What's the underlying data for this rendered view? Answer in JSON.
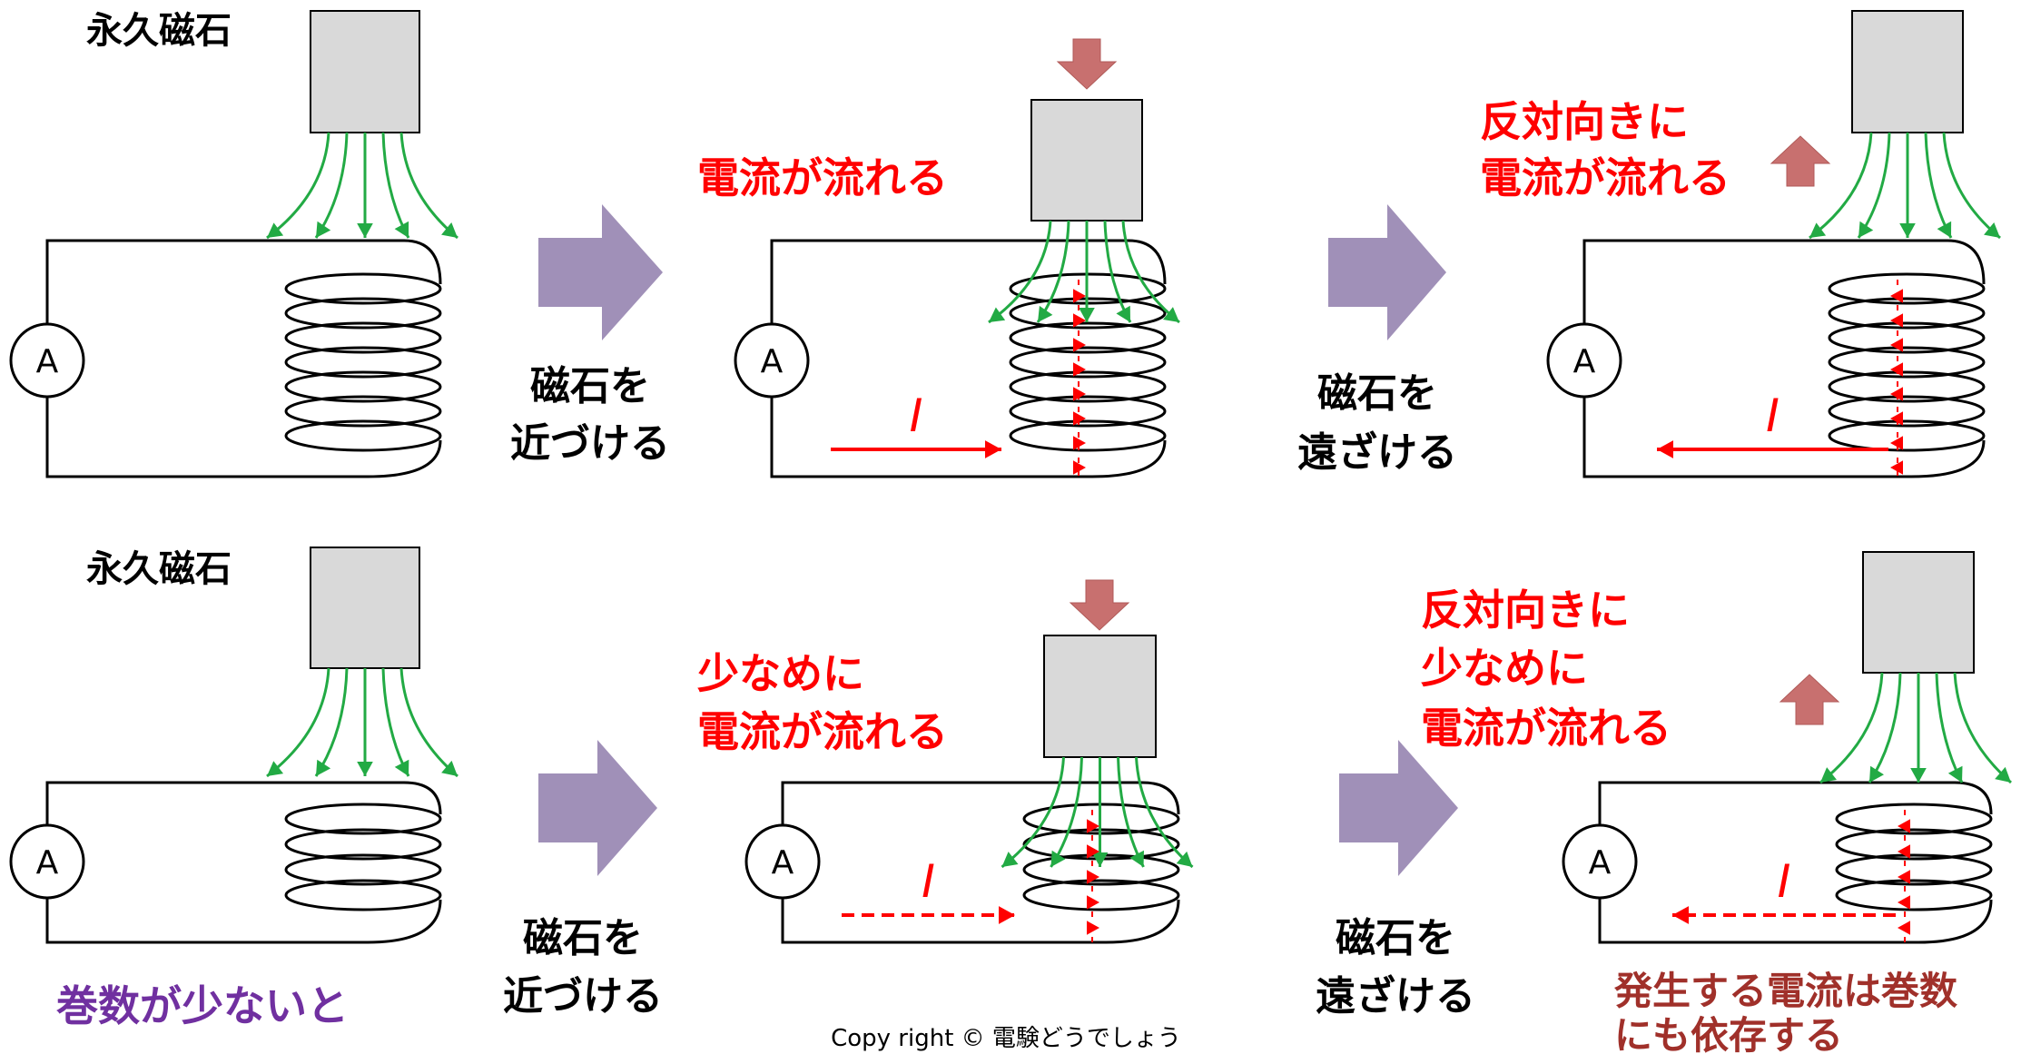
{
  "colors": {
    "magnet_fill": "#d9d9d9",
    "field": "#22aa44",
    "current": "#ff0000",
    "motion_arrow": "#c8706f",
    "big_arrow": "#a090b8",
    "note_purple": "#7030a0",
    "note_brown": "#a0302a"
  },
  "labels": {
    "magnet_top": "永久磁石",
    "magnet_bottom": "永久磁石",
    "ammeter": "A",
    "current_symbol": "I",
    "approach": [
      "磁石を",
      "近づける"
    ],
    "withdraw": [
      "磁石を",
      "遠ざける"
    ],
    "top_mid_note": [
      "電流が流れる"
    ],
    "top_right_note": [
      "反対向きに",
      "電流が流れる"
    ],
    "bottom_mid_note": [
      "少なめに",
      "電流が流れる"
    ],
    "bottom_right_note": [
      "反対向きに",
      "少なめに",
      "電流が流れる"
    ],
    "few_turns_note": "巻数が少ないと",
    "dependency_note": [
      "発生する電流は巻数",
      "にも依存する"
    ],
    "copyright": "Copy right © 電験どうでしょう"
  },
  "panels": [
    {
      "id": "top-rest",
      "turns": 7,
      "magnet_state": "rest",
      "current": "none"
    },
    {
      "id": "top-approach",
      "turns": 7,
      "magnet_state": "approach",
      "current": "solid-right"
    },
    {
      "id": "top-withdraw",
      "turns": 7,
      "magnet_state": "withdraw",
      "current": "solid-left"
    },
    {
      "id": "bottom-rest",
      "turns": 4,
      "magnet_state": "rest",
      "current": "none"
    },
    {
      "id": "bottom-approach",
      "turns": 4,
      "magnet_state": "approach",
      "current": "dashed-right"
    },
    {
      "id": "bottom-withdraw",
      "turns": 4,
      "magnet_state": "withdraw",
      "current": "dashed-left"
    }
  ]
}
